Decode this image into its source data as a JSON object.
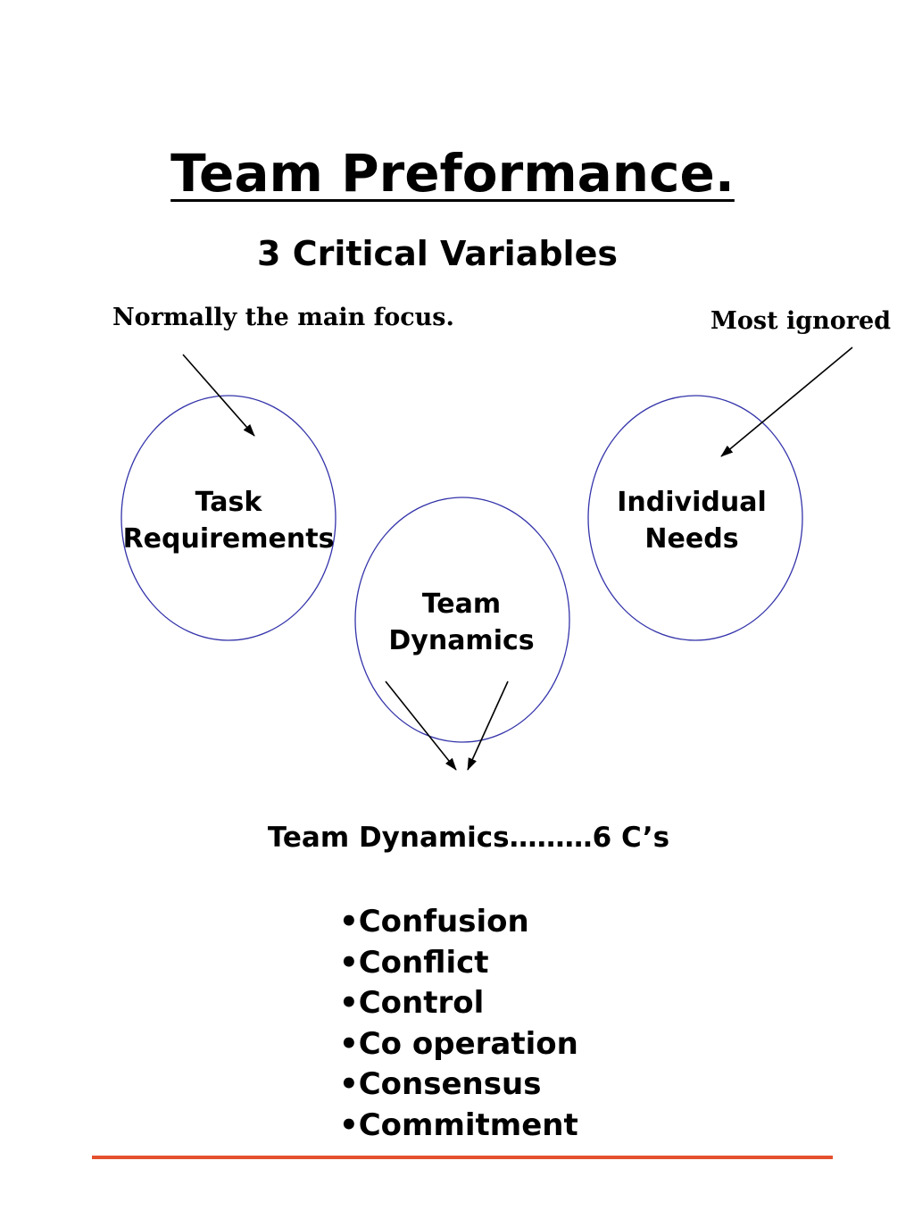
{
  "title": "Team Preformance.",
  "subtitle": "3 Critical Variables",
  "annotations": {
    "left": "Normally the main focus.",
    "right": "Most ignored"
  },
  "circles": {
    "task": {
      "line1": "Task",
      "line2": "Requirements"
    },
    "team": {
      "line1": "Team",
      "line2": "Dynamics"
    },
    "individual": {
      "line1": "Individual",
      "line2": "Needs"
    }
  },
  "six_cs": {
    "heading": "Team Dynamics………6 C’s",
    "items": [
      "•Confusion",
      "•Conflict",
      "•Control",
      "•Co operation",
      "•Consensus",
      "•Commitment"
    ]
  },
  "colors": {
    "circle_stroke": "#3333aa",
    "arrow": "#000000",
    "footer_rule": "#e5502e"
  }
}
